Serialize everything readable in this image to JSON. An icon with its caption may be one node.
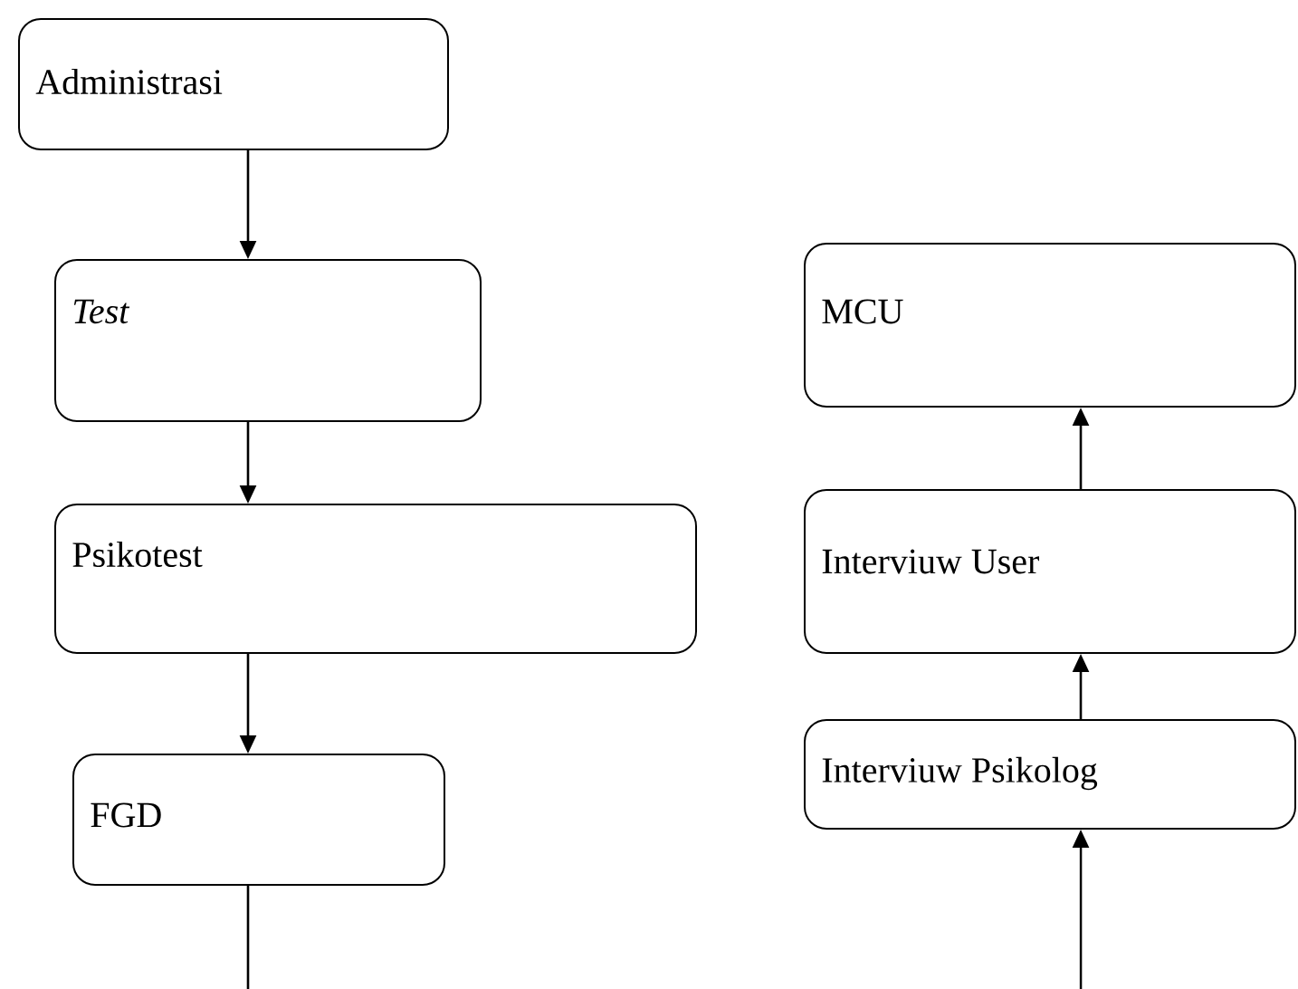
{
  "diagram": {
    "nodes": [
      {
        "text": [
          "Administrasi"
        ]
      },
      {
        "text": [
          "Test"
        ]
      },
      {
        "text": [
          "Psikotest"
        ]
      },
      {
        "text": [
          "FGD"
        ]
      },
      {
        "text": [
          "MCU"
        ]
      },
      {
        "text": [
          "Interviuw User"
        ]
      },
      {
        "text": [
          "Interviuw Psikolog"
        ]
      }
    ],
    "edges": [
      {
        "from": 0,
        "to": 1,
        "arrow": "to"
      },
      {
        "from": 1,
        "to": 2,
        "arrow": "to"
      },
      {
        "from": 2,
        "to": 3,
        "arrow": "to"
      },
      {
        "from": 3,
        "to": null,
        "arrow": "none"
      },
      {
        "from": null,
        "to": 6,
        "arrow": "to"
      },
      {
        "from": 6,
        "to": 5,
        "arrow": "to"
      },
      {
        "from": 5,
        "to": 4,
        "arrow": "to"
      }
    ]
  }
}
